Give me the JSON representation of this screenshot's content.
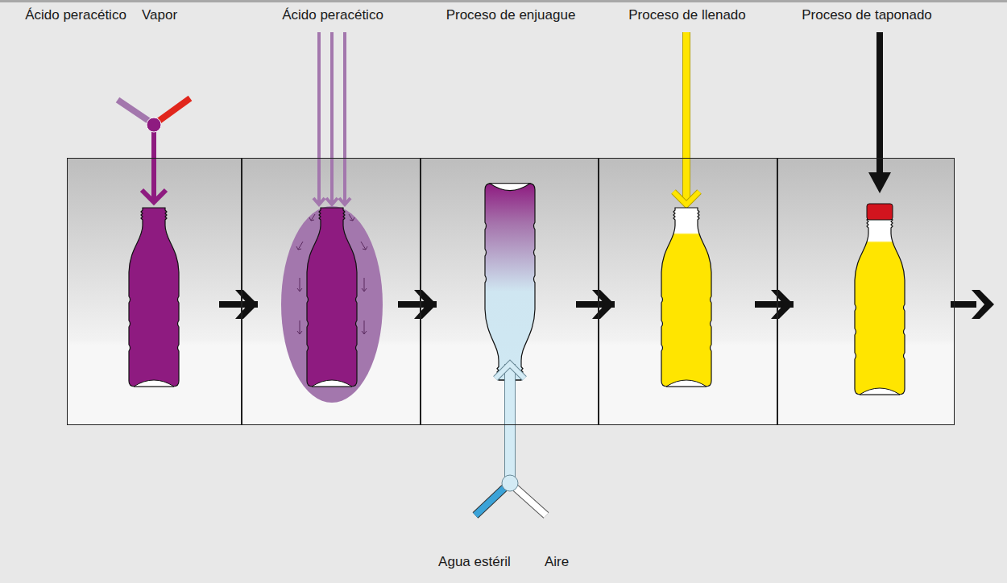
{
  "diagram": {
    "nodes": [
      {
        "text": [
          "Ácido peracético",
          "Vapor"
        ]
      },
      {
        "text": [
          "Ácido peracético"
        ]
      },
      {
        "text": [
          "Proceso de enjuague",
          "Agua estéril",
          "Aire"
        ]
      },
      {
        "text": [
          "Proceso de llenado"
        ]
      },
      {
        "text": [
          "Proceso de taponado"
        ]
      }
    ],
    "edges": [
      {
        "from": 0,
        "to": 1,
        "arrow": "to"
      },
      {
        "from": 1,
        "to": 2,
        "arrow": "to"
      },
      {
        "from": 2,
        "to": 3,
        "arrow": "to"
      },
      {
        "from": 3,
        "to": 4,
        "arrow": "to"
      }
    ]
  }
}
